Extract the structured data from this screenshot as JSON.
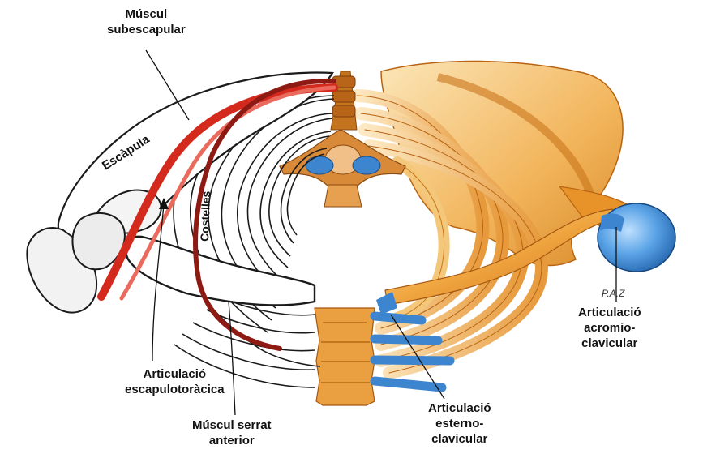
{
  "labels": {
    "subscapular": [
      "Múscul",
      "subescapular"
    ],
    "scapula": "Escàpula",
    "ribs": "Costelles",
    "scapulothoracic": [
      "Articulació",
      "escapulotoràcica"
    ],
    "serratus": [
      "Múscul serrat",
      "anterior"
    ],
    "sternoclavicular": [
      "Articulació",
      "esterno-",
      "clavicular"
    ],
    "acromioclavicular": [
      "Articulació",
      "acromio-",
      "clavicular"
    ]
  },
  "signature": "P.A.Z",
  "colors": {
    "muscle_subscapular": "#d42a1e",
    "muscle_serratus": "#8e1a14",
    "bone_orange": "#e8922a",
    "bone_light": "#f6cf86",
    "cartilage_blue": "#3d86cf",
    "outline": "#1a1a1a"
  }
}
